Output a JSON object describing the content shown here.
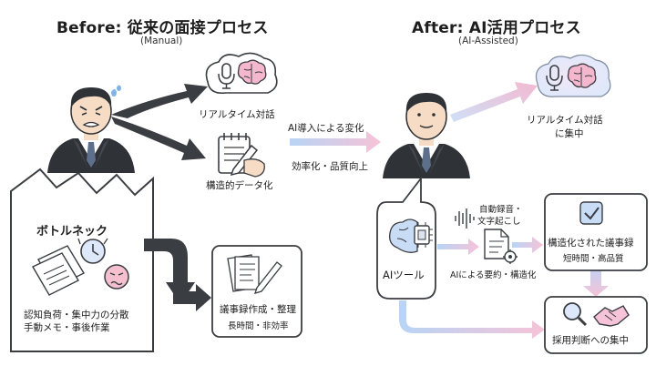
{
  "before": {
    "title": "Before: 従来の面接プロセス",
    "subtitle": "(Manual)",
    "branch_top_label": "リアルタイム対話",
    "branch_bottom_label": "構造的データ化",
    "bottleneck_title": "ボトルネック",
    "bottleneck_line1": "認知負荷・集中力の分散",
    "bottleneck_line2": "手動メモ・事後作業",
    "minutes_title": "議事録作成・整理",
    "minutes_sub": "長時間・非効率"
  },
  "transition": {
    "label_top": "AI導入による変化",
    "label_bottom": "効率化・品質向上"
  },
  "after": {
    "title": "After: AI活用プロセス",
    "subtitle": "(AI-Assisted)",
    "focus_label_line1": "リアルタイム対話",
    "focus_label_line2": "に集中",
    "ai_tool_label": "AIツール",
    "transcribe_line1": "自動録音・",
    "transcribe_line2": "文字起こし",
    "summarize_label": "AIによる要約・構造化",
    "structured_title": "構造化された議事録",
    "structured_sub": "短時間・高品質",
    "decision_label": "採用判断への集中"
  },
  "colors": {
    "dark_arrow": "#3a3d42",
    "pastel_blue": "#b8d4f5",
    "pastel_pink": "#f6c3d8",
    "suit": "#2f3237",
    "skin": "#f6dcc4"
  }
}
